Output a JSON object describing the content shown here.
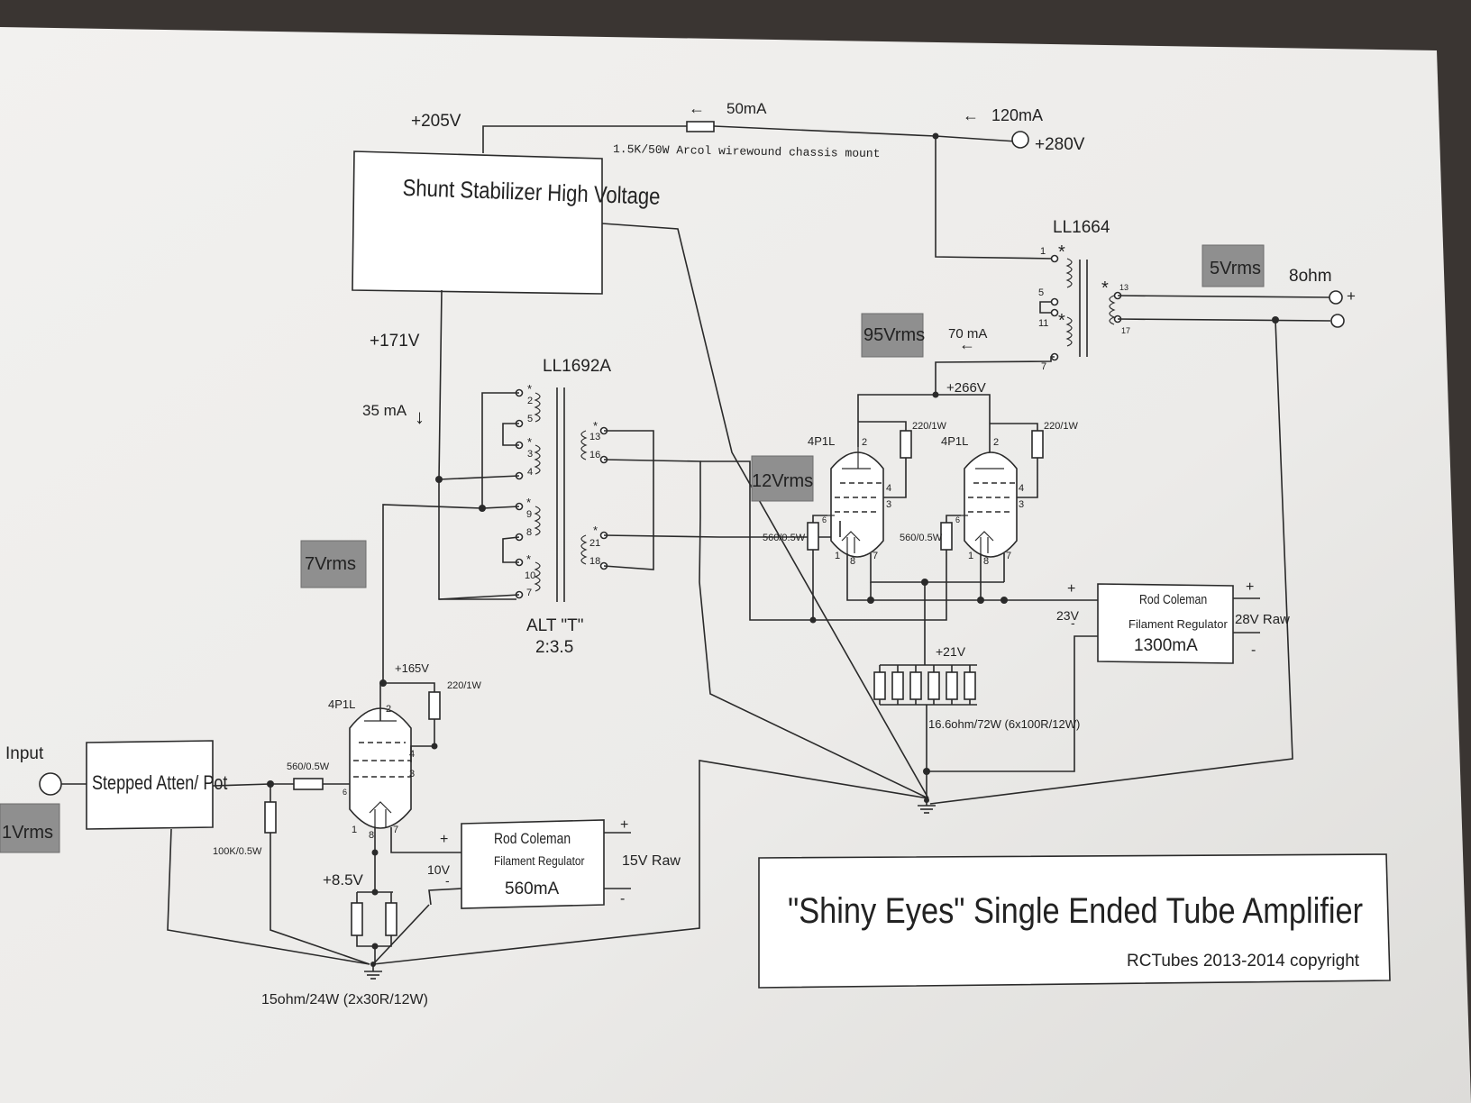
{
  "title": "\"Shiny Eyes\" Single Ended Tube Amplifier",
  "copyright": "RCTubes 2013-2014 copyright",
  "power": {
    "v205": "+205V",
    "i50": "50mA",
    "arrow_left": "←",
    "resistor_desc": "1.5K/50W Arcol wirewound chassis mount",
    "i120": "120mA",
    "v280": "+280V",
    "shunt": "Shunt Stabilizer High Voltage",
    "v171": "+171V",
    "i35": "35 mA",
    "arrow_down": "↓"
  },
  "interstage": {
    "name": "LL1692A",
    "ratio_type": "ALT \"T\"",
    "ratio": "2:3.5",
    "pins_primary": [
      "2",
      "5",
      "3",
      "4",
      "9",
      "8",
      "10",
      "7"
    ],
    "pins_secondary": [
      "13",
      "16",
      "21",
      "18"
    ],
    "star": "*"
  },
  "output_tx": {
    "name": "LL1664",
    "pins": [
      "1",
      "5",
      "11",
      "7",
      "13",
      "17"
    ],
    "star": "*",
    "load": "8ohm",
    "plus": "+",
    "current": "70 mA",
    "arrow_left": "←"
  },
  "levels": {
    "in": "1Vrms",
    "driver": "7Vrms",
    "grid_out": "12Vrms",
    "plate_out": "95Vrms",
    "speaker": "5Vrms"
  },
  "input_stage": {
    "input_label": "Input",
    "atten": "Stepped Atten/ Pot",
    "grid_res": "560/0.5W",
    "grid_leak": "100K/0.5W",
    "tube": "4P1L",
    "plate_v": "+165V",
    "screen_res": "220/1W",
    "bias_v": "+8.5V",
    "cathode_res": "15ohm/24W (2x30R/12W)",
    "pins": [
      "2",
      "4",
      "3",
      "6",
      "1",
      "8",
      "7"
    ]
  },
  "output_stage": {
    "tube_left": "4P1L",
    "tube_right": "4P1L",
    "plate_v": "+266V",
    "screen_res_left": "220/1W",
    "screen_res_right": "220/1W",
    "grid_res_left": "560/0.5W",
    "grid_res_right": "560/0.5W",
    "bias_v": "+21V",
    "cathode_res": "16.6ohm/72W (6x100R/12W)",
    "pins": [
      "2",
      "4",
      "3",
      "6",
      "1",
      "8",
      "7"
    ]
  },
  "reg_small": {
    "name": "Rod Coleman",
    "type": "Filament Regulator",
    "current": "560mA",
    "out_v": "10V",
    "raw": "15V Raw",
    "plus": "+",
    "minus": "-"
  },
  "reg_large": {
    "name": "Rod Coleman",
    "type": "Filament Regulator",
    "current": "1300mA",
    "out_v": "23V",
    "raw": "28V Raw",
    "plus": "+",
    "minus": "-"
  },
  "colors": {
    "paper": "#f1f0ee",
    "ink": "#2a2a2a",
    "label_box": "#8f8f8f",
    "background": "#3a3532"
  }
}
